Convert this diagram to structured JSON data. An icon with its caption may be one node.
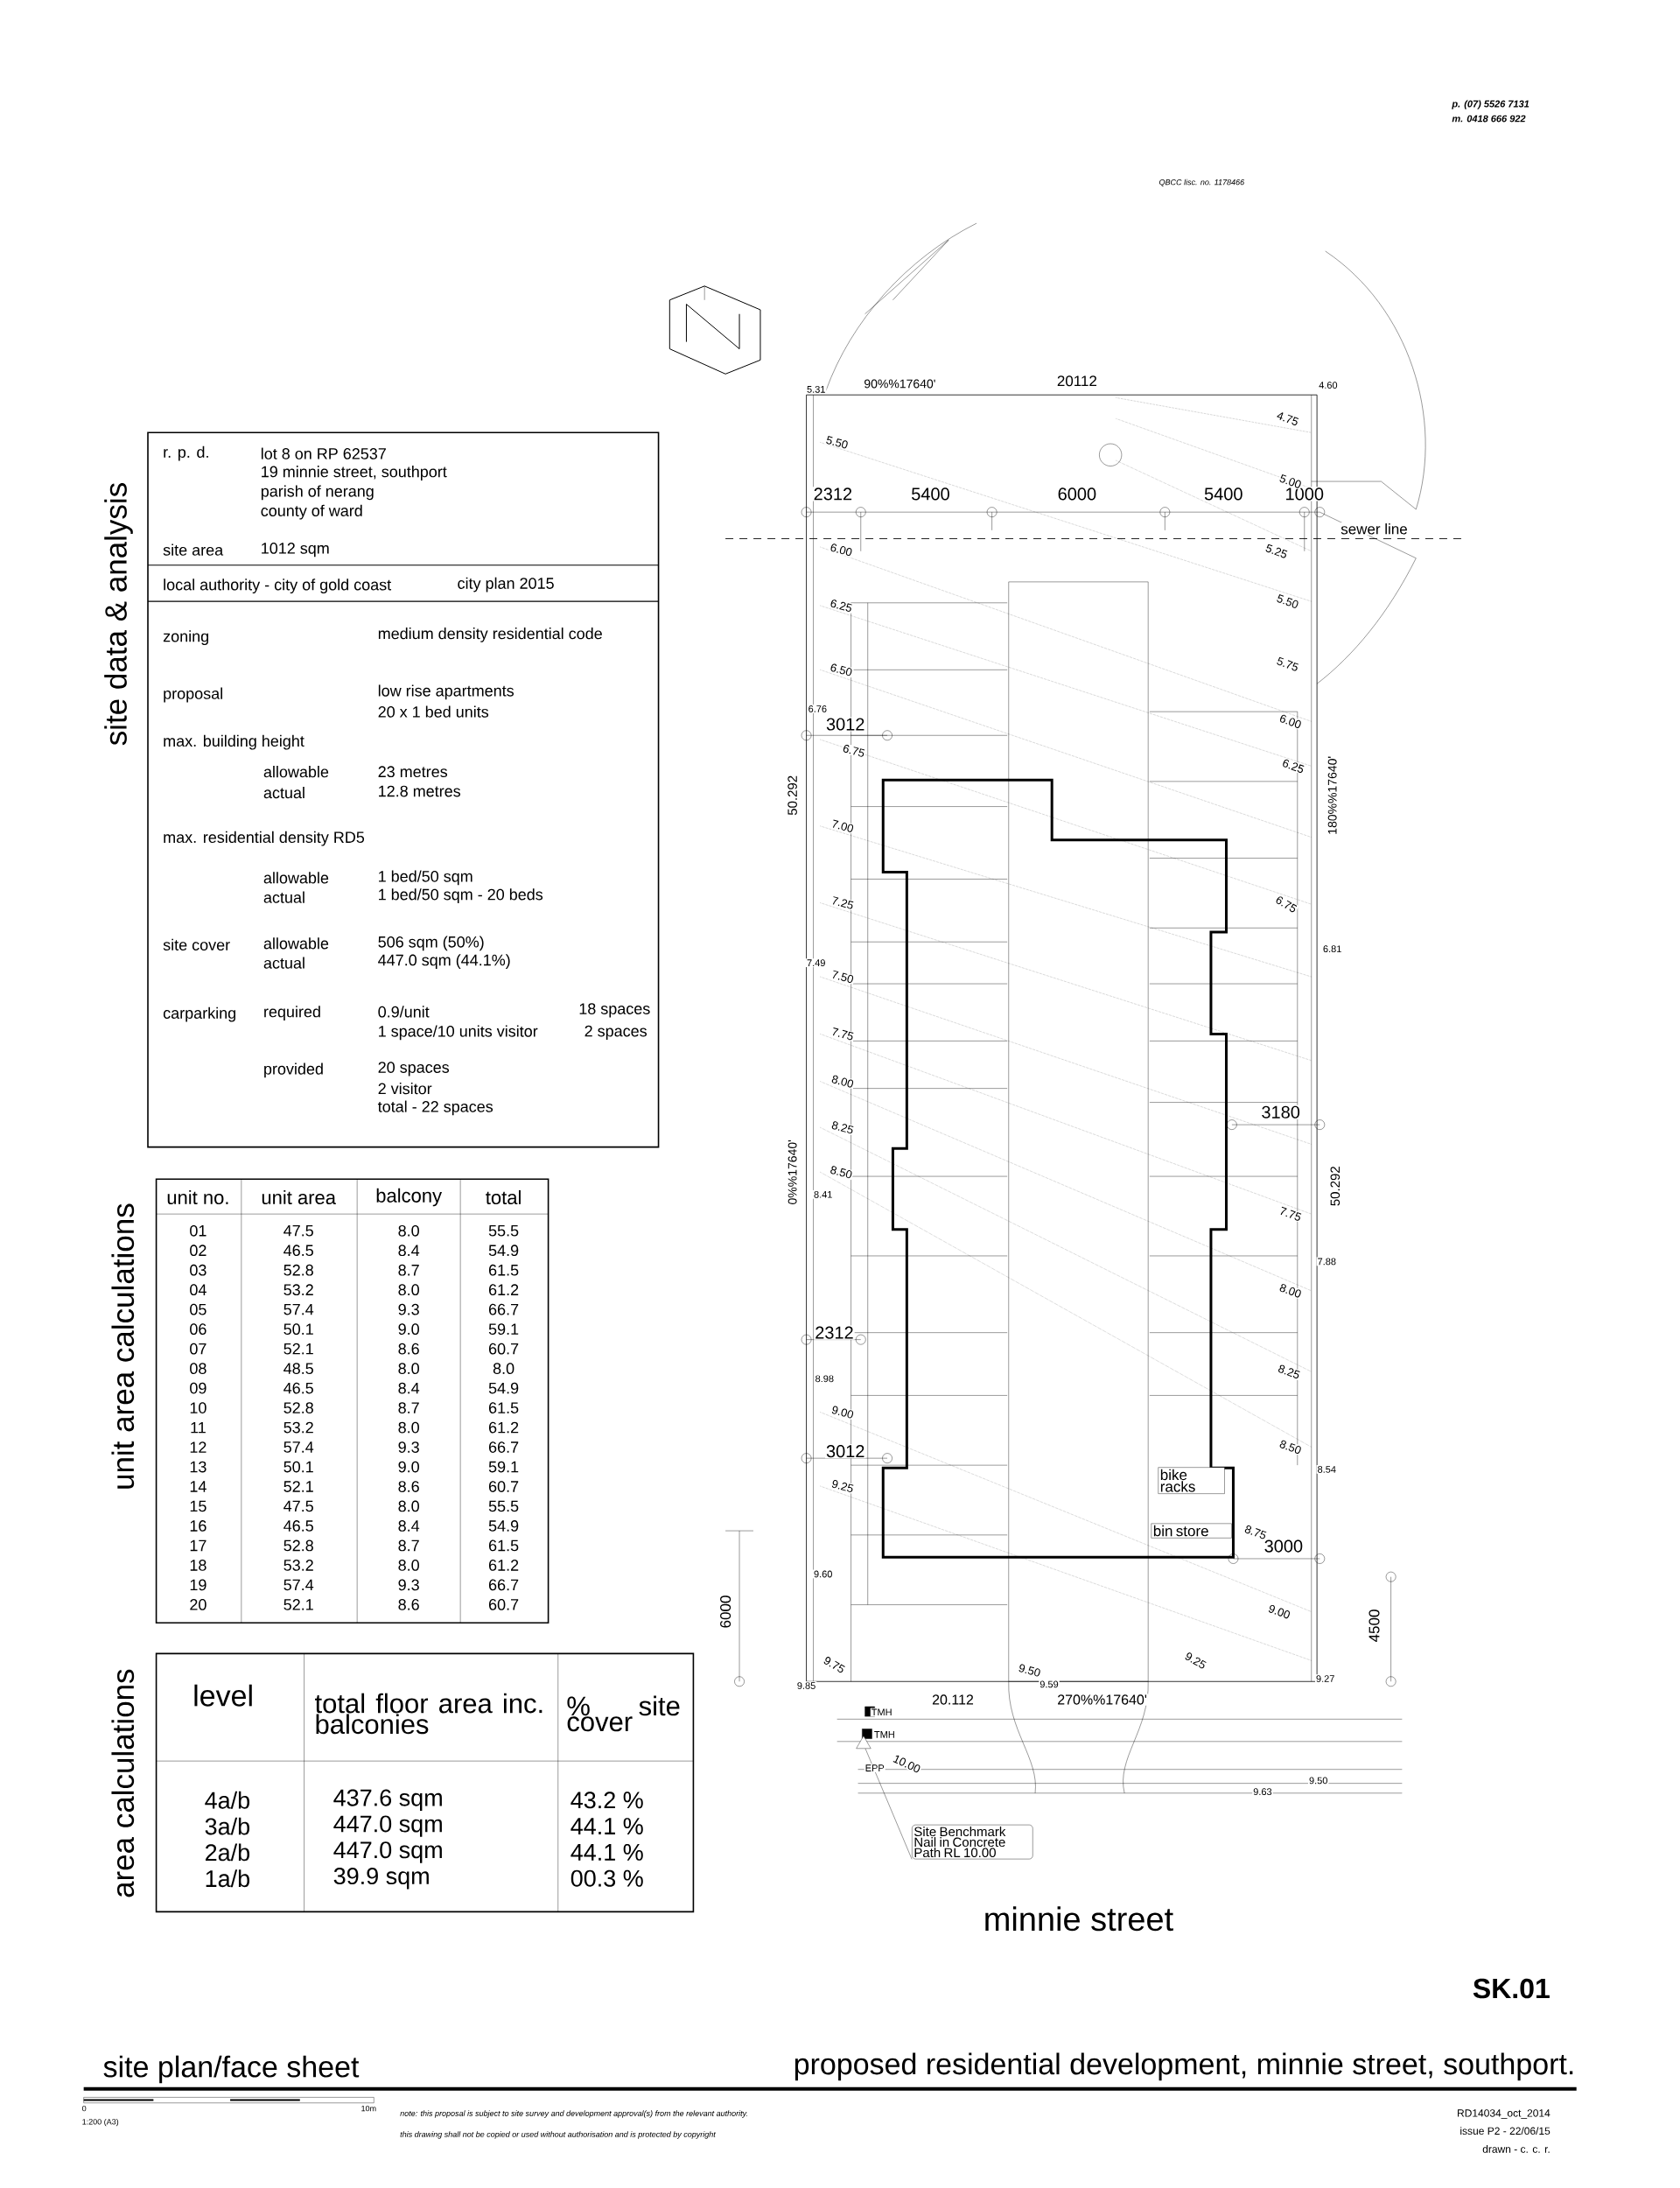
{
  "diagram": {
    "nodes": [
      {
        "text": [
          "Site Benchmark Nail in Concrete Path RL 10.00"
        ]
      },
      {
        "text": [],
        "shape": "triangle"
      },
      {
        "text": [
          "bike racks"
        ]
      },
      {
        "text": [
          "bin store"
        ]
      }
    ],
    "edges": [
      {
        "from": 0,
        "to": 1,
        "arrow": "none"
      }
    ],
    "labels": [
      "site data & analysis",
      "r. p. d.",
      "lot 8 on RP 62537",
      "19 minnie street, southport",
      "parish of nerang",
      "county of ward",
      "site area",
      "1012 sqm",
      "local authority - city of gold coast",
      "city plan 2015",
      "zoning",
      "medium density residential code",
      "proposal",
      "low rise apartments",
      "20 x 1 bed units",
      "max. building height",
      "allowable",
      "actual",
      "23 metres",
      "12.8 metres",
      "max. residential density RD5",
      "allowable",
      "actual",
      "1 bed/50 sqm",
      "1 bed/50 sqm - 20 beds",
      "site cover",
      "allowable",
      "actual",
      "506 sqm (50%)",
      "447.0 sqm (44.1%)",
      "carparking",
      "required",
      "0.9/unit",
      "1 space/10 units visitor",
      "18 spaces",
      "2 spaces",
      "provided",
      "20 spaces",
      "2 visitor",
      "total - 22 spaces",
      "unit area calculations",
      "unit no.",
      "unit area",
      "balcony",
      "total",
      "01",
      "47.5",
      "8.0",
      "55.5",
      "02",
      "46.5",
      "8.4",
      "54.9",
      "03",
      "52.8",
      "8.7",
      "61.5",
      "04",
      "53.2",
      "8.0",
      "61.2",
      "05",
      "57.4",
      "9.3",
      "66.7",
      "06",
      "50.1",
      "9.0",
      "59.1",
      "07",
      "52.1",
      "8.6",
      "60.7",
      "08",
      "48.5",
      "8.0",
      "8.0",
      "09",
      "46.5",
      "8.4",
      "54.9",
      "10",
      "52.8",
      "8.7",
      "61.5",
      "11",
      "53.2",
      "8.0",
      "61.2",
      "12",
      "57.4",
      "9.3",
      "66.7",
      "13",
      "50.1",
      "9.0",
      "59.1",
      "14",
      "52.1",
      "8.6",
      "60.7",
      "15",
      "47.5",
      "8.0",
      "55.5",
      "16",
      "46.5",
      "8.4",
      "54.9",
      "17",
      "52.8",
      "8.7",
      "61.5",
      "18",
      "53.2",
      "8.0",
      "61.2",
      "19",
      "57.4",
      "9.3",
      "66.7",
      "20",
      "52.1",
      "8.6",
      "60.7",
      "area calculations",
      "level",
      "total floor area inc. balconies",
      "% site cover",
      "4a/b",
      "437.6 sqm",
      "43.2 %",
      "3a/b",
      "447.0 sqm",
      "44.1 %",
      "2a/b",
      "447.0 sqm",
      "44.1 %",
      "1a/b",
      "39.9 sqm",
      "00.3 %",
      "5.31",
      "90%%17640'",
      "20112",
      "4.60",
      "2312",
      "5400",
      "6000",
      "5400",
      "1000",
      "sewer line",
      "5.50",
      "4.75",
      "5.00",
      "6.00",
      "5.25",
      "6.25",
      "5.50",
      "6.50",
      "5.75",
      "6.76",
      "3012",
      "6.00",
      "6.75",
      "6.25",
      "50.292",
      "180%%17640'",
      "7.00",
      "7.25",
      "6.75",
      "6.81",
      "7.49",
      "7.50",
      "7.75",
      "8.00",
      "3180",
      "8.25",
      "0%%17640'",
      "8.50",
      "50.292",
      "8.41",
      "7.75",
      "7.88",
      "8.00",
      "2312",
      "8.25",
      "8.98",
      "9.00",
      "3012",
      "8.50",
      "8.54",
      "9.25",
      "8.75",
      "3000",
      "9.60",
      "9.00",
      "6000",
      "4500",
      "9.75",
      "9.50",
      "9.25",
      "9.27",
      "9.85",
      "9.59",
      "20.112",
      "270%%17640'",
      "TMH",
      "TMH",
      "10.00",
      "EPP",
      "9.50",
      "9.63",
      "minnie street",
      "p. (07) 5526 7131",
      "m. 0418 666 922",
      "QBCC lisc. no. 1178466",
      "SK.01",
      "site plan/face sheet",
      "proposed residential development, minnie street, southport.",
      "0",
      "10m",
      "1:200 (A3)",
      "note: this proposal is subject to site survey and development approval(s) from the relevant authority.",
      "this drawing shall not be copied or used without authorisation and is protected by copyright",
      "RD14034_oct_2014",
      "issue P2 - 22/06/15",
      "drawn - c. c. r."
    ]
  }
}
